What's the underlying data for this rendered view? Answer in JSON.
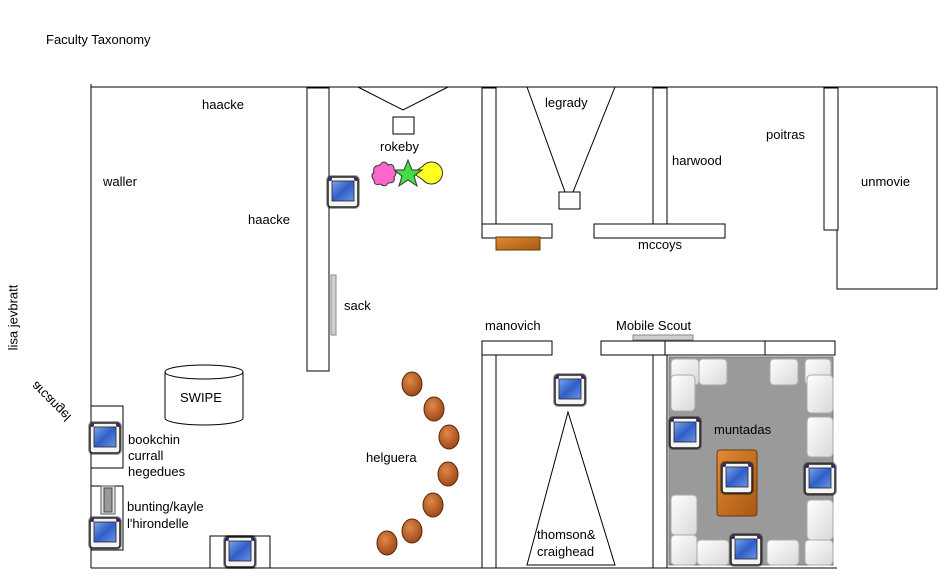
{
  "title": "Faculty Taxonomy",
  "labels": {
    "haacke_top": "haacke",
    "haacke_mid": "haacke",
    "waller": "waller",
    "rokeby": "rokeby",
    "legrady": "legrady",
    "harwood": "harwood",
    "poitras": "poitras",
    "unmovie": "unmovie",
    "mccoys": "mccoys",
    "sack": "sack",
    "manovich": "manovich",
    "mobile_scout": "Mobile Scout",
    "lisa_jevbratt": "lisa jevbratt",
    "arcangel": "arcangel",
    "swipe": "SWIPE",
    "bookchin": "bookchin",
    "currall": "currall",
    "hegedues": "hegedues",
    "bunting": "bunting/kayle",
    "lhirondelle": "l'hirondelle",
    "helguera": "helguera",
    "muntadas": "muntadas",
    "thomson_line1": "thomson&",
    "thomson_line2": "craighead"
  },
  "colors": {
    "wall": "#000000",
    "monitor_screen": "#3b6fd1",
    "bench_wood": "#c06a1e",
    "lounge_floor": "#9a9a9a",
    "cushion": "#efefef",
    "ball_brown": "#b8561c",
    "rokeby_pink": "#ff66cc",
    "rokeby_green": "#44dd44",
    "rokeby_yellow": "#ffff22"
  },
  "icons": [
    "monitor-icon",
    "star-icon",
    "puzzle-icon",
    "pacman-icon"
  ]
}
